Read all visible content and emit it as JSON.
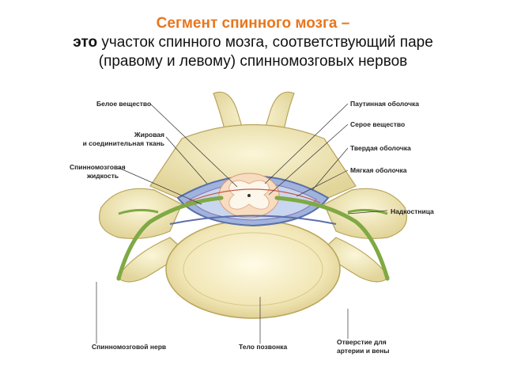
{
  "title": {
    "heading": "Сегмент спинного мозга –",
    "lead_word": "это",
    "line2_rest": " участок спинного мозга, соответствующий паре",
    "line3": "(правому и левому) спинномозговых нервов"
  },
  "labels": {
    "white_matter": "Белое вещество",
    "fat_tissue_1": "Жировая",
    "fat_tissue_2": "и соединительная ткань",
    "csf_1": "Спинномозговая",
    "csf_2": "жидкость",
    "spinal_nerve": "Спинномозговой нерв",
    "vertebral_body": "Тело позвонка",
    "arachnoid": "Паутинная оболочка",
    "gray_matter": "Серое вещество",
    "dura": "Твердая оболочка",
    "pia": "Мягкая оболочка",
    "periosteum": "Надкостница",
    "foramen_1": "Отверстие для",
    "foramen_2": "артерии и вены"
  },
  "colors": {
    "title_accent": "#e8761e",
    "bone": "#efe6b0",
    "bone_outline": "#b8a45a",
    "dura": "#7a8fc4",
    "nerve": "#7fa944",
    "cord": "#f7dcc0",
    "gray_matter": "#fdf6ea",
    "vessel": "#c65a4a"
  }
}
